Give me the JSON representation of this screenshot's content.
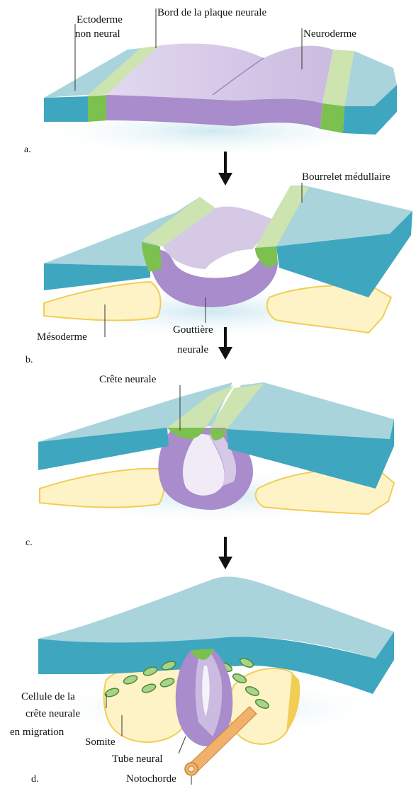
{
  "steps": {
    "a": {
      "letter": "a.",
      "labels": {
        "ectoderm_line1": "Ectoderme",
        "ectoderm_line2": "non neural",
        "plate_border": "Bord de la plaque neurale",
        "neuroderm": "Neuroderme"
      }
    },
    "b": {
      "letter": "b.",
      "labels": {
        "neural_fold": "Bourrelet médullaire",
        "mesoderm": "Mésoderme",
        "groove_line1": "Gouttière",
        "groove_line2": "neurale"
      }
    },
    "c": {
      "letter": "c.",
      "labels": {
        "crest": "Crête neurale"
      }
    },
    "d": {
      "letter": "d.",
      "labels": {
        "migrating_line1": "Cellule de la",
        "migrating_line2": "crête neurale",
        "migrating_line3": "en migration",
        "somite": "Somite",
        "neural_tube": "Tube neural",
        "notochord": "Notochorde"
      }
    }
  },
  "colors": {
    "ectoderm_top": "#a9d4dc",
    "ectoderm_side": "#3fa6bf",
    "neural_plate": "#d6c9e6",
    "neural_side": "#a98ccc",
    "border_light": "#cde3b0",
    "border_green": "#7cc04f",
    "mesoderm": "#fdf3c6",
    "mesoderm_edge": "#f2cd55",
    "notochord": "#f2b16a"
  }
}
